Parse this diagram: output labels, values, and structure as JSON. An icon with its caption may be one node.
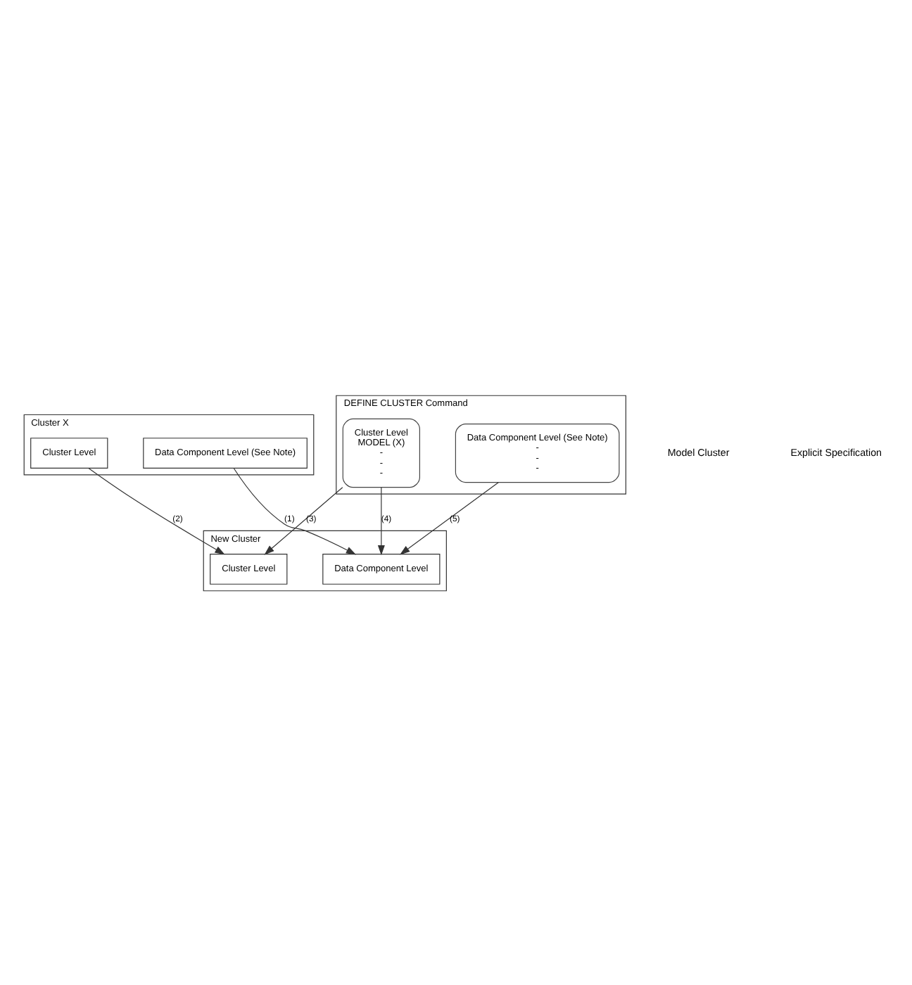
{
  "diagram": {
    "nodes": [
      {
        "text": [
          "Cluster X"
        ]
      },
      {
        "text": [
          "Cluster Level"
        ],
        "in": 0
      },
      {
        "text": [
          "Data Component Level (See Note)"
        ],
        "in": 0
      },
      {
        "text": [
          "DEFINE CLUSTER Command"
        ]
      },
      {
        "text": [
          "Cluster Level",
          "MODEL (X)",
          "-",
          "-",
          "-"
        ],
        "in": 3
      },
      {
        "text": [
          "Data Component Level (See Note)",
          "-",
          "-",
          "-"
        ],
        "in": 3
      },
      {
        "text": [
          "New Cluster"
        ]
      },
      {
        "text": [
          "Cluster Level"
        ],
        "in": 6
      },
      {
        "text": [
          "Data Component Level"
        ],
        "in": 6
      }
    ],
    "edges": [
      {
        "from": 2,
        "to": 8,
        "arrow": "to",
        "label": "(1)"
      },
      {
        "from": 1,
        "to": 7,
        "arrow": "to",
        "label": "(2)"
      },
      {
        "from": 4,
        "to": 7,
        "arrow": "to",
        "label": "(3)"
      },
      {
        "from": 4,
        "to": 8,
        "arrow": "to",
        "label": "(4)"
      },
      {
        "from": 5,
        "to": 8,
        "arrow": "to",
        "label": "(5)"
      }
    ],
    "labels": [
      "Model Cluster",
      "Explicit Specification"
    ]
  }
}
